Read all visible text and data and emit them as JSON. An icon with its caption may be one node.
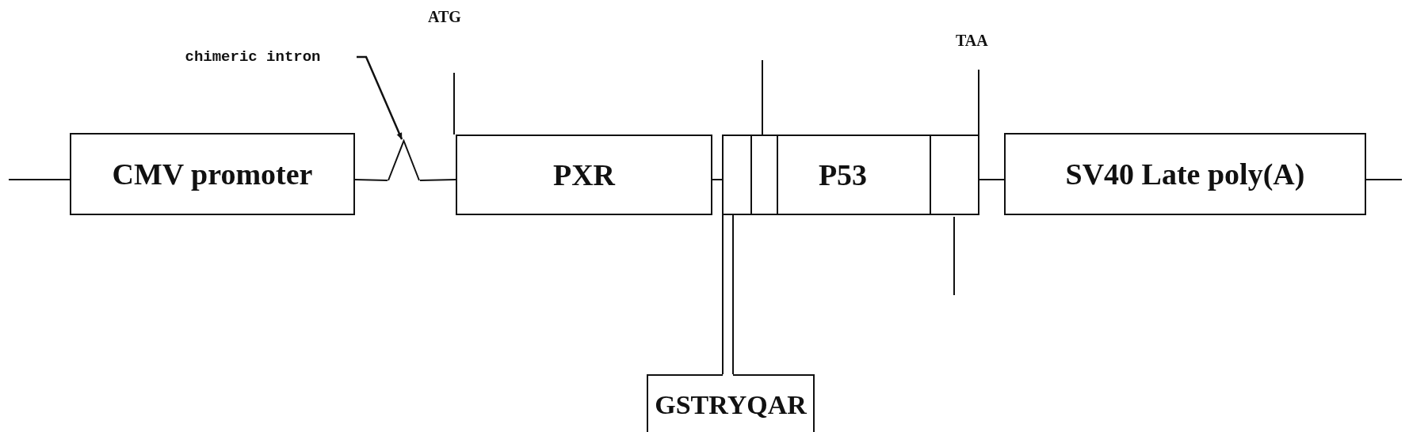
{
  "diagram": {
    "nodes": [
      {
        "text": [
          "chimeric intron"
        ]
      },
      {
        "text": [],
        "shape": "caret"
      },
      {
        "text": [
          "CMV promoter"
        ]
      },
      {
        "text": [
          "PXR"
        ]
      },
      {
        "text": [
          "P53"
        ]
      },
      {
        "text": [
          "SV40 Late poly(A)"
        ]
      },
      {
        "text": [
          "GSTRYQAR"
        ]
      }
    ],
    "edges": [
      {
        "from": null,
        "to": 2,
        "arrow": "none"
      },
      {
        "from": 2,
        "to": 1,
        "arrow": "none"
      },
      {
        "from": 1,
        "to": 3,
        "arrow": "none"
      },
      {
        "from": 3,
        "to": 4,
        "arrow": "none"
      },
      {
        "from": 4,
        "to": 5,
        "arrow": "none"
      },
      {
        "from": 5,
        "to": null,
        "arrow": "none"
      },
      {
        "from": 0,
        "to": 1,
        "arrow": "to"
      },
      {
        "from": 6,
        "to": 4,
        "arrow": "none"
      },
      {
        "from": 6,
        "to": 4,
        "arrow": "none"
      }
    ],
    "labels": [
      "ATG",
      "TAA"
    ]
  }
}
